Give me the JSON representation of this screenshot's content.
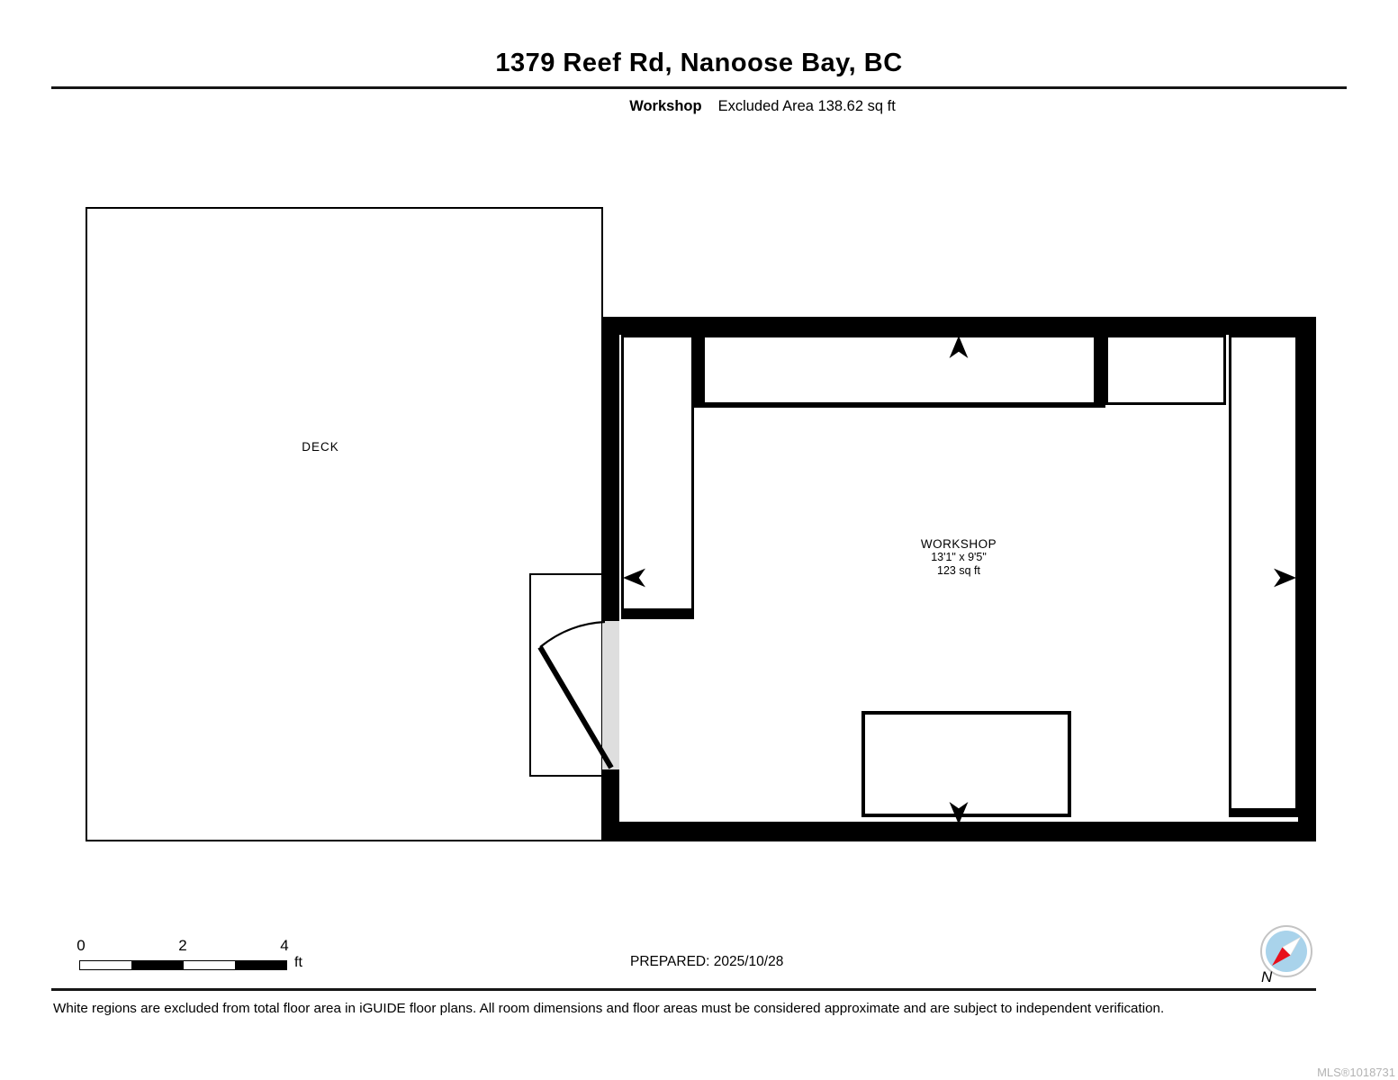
{
  "header": {
    "title": "1379 Reef Rd, Nanoose Bay, BC",
    "room_name": "Workshop",
    "excluded_area": "Excluded Area 138.62 sq ft"
  },
  "plan": {
    "deck_label": "DECK",
    "room": {
      "name": "WORKSHOP",
      "dimensions": "13'1\" x 9'5\"",
      "area": "123 sq ft"
    }
  },
  "footer": {
    "scale": {
      "start": "0",
      "mid": "2",
      "end": "4",
      "unit": "ft"
    },
    "prepared": "PREPARED: 2025/10/28",
    "compass_label": "N",
    "disclaimer": "White regions are excluded from total floor area in iGUIDE floor plans. All room dimensions and floor areas must be considered approximate and are subject to independent verification.",
    "mls": "MLS®1018731"
  },
  "colors": {
    "wall": "#000000",
    "door_opening": "#dedede",
    "compass_fill": "#a9d3eb",
    "compass_needle_north": "#e8101c",
    "mls_text": "#b3b3b3"
  }
}
